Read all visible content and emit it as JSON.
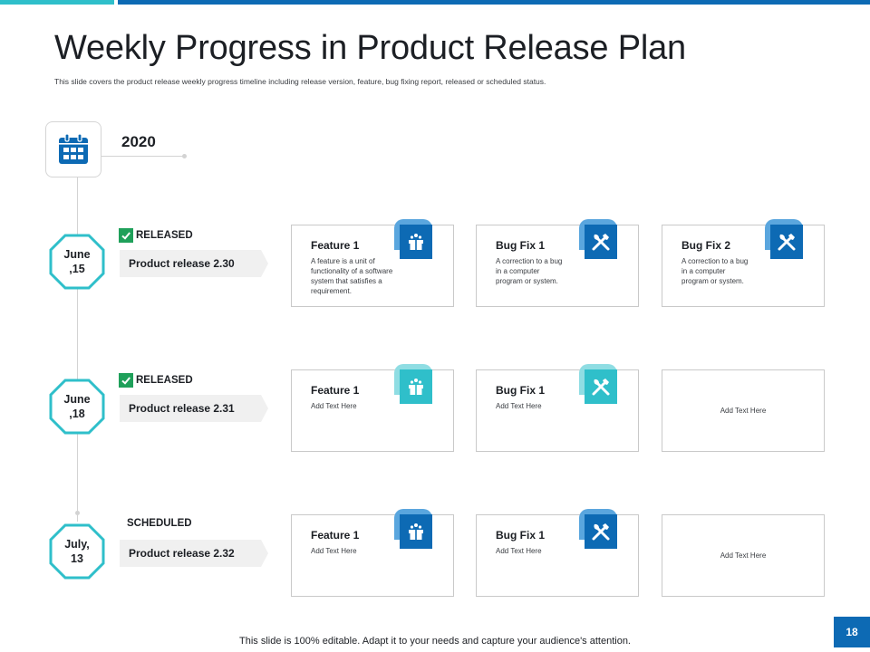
{
  "header": {
    "title": "Weekly Progress in Product Release Plan",
    "subtitle": "This slide covers the product release weekly progress timeline including release version, feature, bug fixing report, released or scheduled status."
  },
  "timeline": {
    "year": "2020",
    "icon": "calendar-icon",
    "rows": [
      {
        "date": "June\n,15",
        "status": "RELEASED",
        "status_icon": "check-icon",
        "release": "Product release 2.30",
        "cards": [
          {
            "title": "Feature 1",
            "text": "A feature is a unit of\nfunctionality of a software\nsystem that satisfies a\nrequirement.",
            "icon": "gift-box-icon",
            "badge_color": "#0d6ab4",
            "badge_back": "#5aa6de"
          },
          {
            "title": "Bug Fix 1",
            "text": "A correction to a bug\nin a computer\nprogram or system.",
            "icon": "tools-icon",
            "badge_color": "#0d6ab4",
            "badge_back": "#5aa6de"
          },
          {
            "title": "Bug Fix 2",
            "text": "A correction to a bug\nin a computer\nprogram or system.",
            "icon": "tools-icon",
            "badge_color": "#0d6ab4",
            "badge_back": "#5aa6de"
          }
        ]
      },
      {
        "date": "June\n,18",
        "status": "RELEASED",
        "status_icon": "check-icon",
        "release": "Product release 2.31",
        "cards": [
          {
            "title": "Feature 1",
            "text": "Add Text Here",
            "icon": "gift-box-icon",
            "badge_color": "#2fbfca",
            "badge_back": "#8fdde3"
          },
          {
            "title": "Bug Fix 1",
            "text": "Add Text Here",
            "icon": "tools-icon",
            "badge_color": "#2fbfca",
            "badge_back": "#8fdde3"
          },
          {
            "title": "",
            "text": "Add Text Here",
            "icon": "",
            "badge_color": "",
            "badge_back": ""
          }
        ]
      },
      {
        "date": "July,\n13",
        "status": "SCHEDULED",
        "status_icon": "",
        "release": "Product release 2.32",
        "cards": [
          {
            "title": "Feature 1",
            "text": "Add Text Here",
            "icon": "gift-box-icon",
            "badge_color": "#0d6ab4",
            "badge_back": "#5aa6de"
          },
          {
            "title": "Bug Fix 1",
            "text": "Add Text Here",
            "icon": "tools-icon",
            "badge_color": "#0d6ab4",
            "badge_back": "#5aa6de"
          },
          {
            "title": "",
            "text": "Add Text Here",
            "icon": "",
            "badge_color": "",
            "badge_back": ""
          }
        ]
      }
    ]
  },
  "colors": {
    "accent_teal": "#2fbfca",
    "accent_blue": "#0d6ab4",
    "check_green": "#1fa05a"
  },
  "footer": {
    "note": "This slide is 100% editable. Adapt it to your needs and capture your audience's attention.",
    "page_number": "18"
  }
}
